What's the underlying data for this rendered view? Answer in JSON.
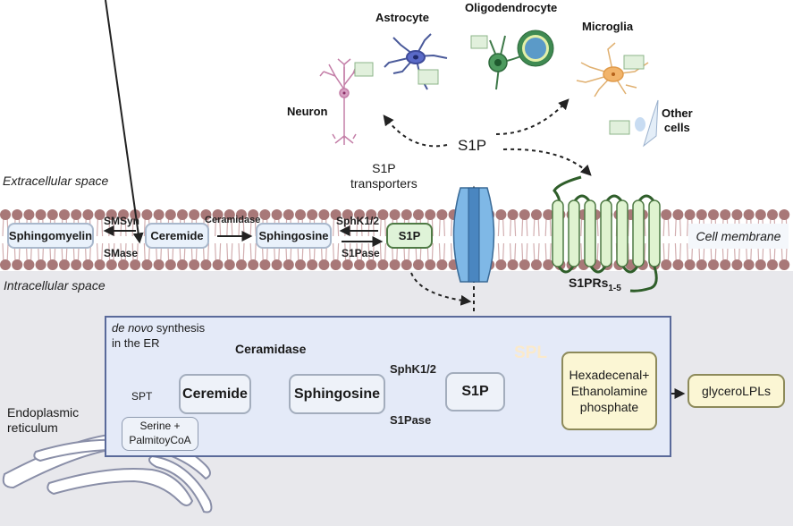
{
  "regions": {
    "extracellular_label": "Extracellular space",
    "intracellular_label": "Intracellular space",
    "cell_membrane_label": "Cell membrane"
  },
  "cells": {
    "neuron": "Neuron",
    "astrocyte": "Astrocyte",
    "oligodendrocyte": "Oligodendrocyte",
    "microglia": "Microglia",
    "other_cells_line1": "Other",
    "other_cells_line2": "cells"
  },
  "extracellular": {
    "s1p_label": "S1P",
    "transporters_line1": "S1P",
    "transporters_line2": "transporters",
    "receptors_label": "S1PRs",
    "receptors_subscript": "1-5"
  },
  "membrane_pathway": {
    "sphingomyelin": "Sphingomyelin",
    "ceremide": "Ceremide",
    "sphingosine": "Sphingosine",
    "s1p": "S1P",
    "smsyn": "SMSyn",
    "smase": "SMase",
    "ceramidase": "Ceramidase",
    "sphk": "SphK1/2",
    "s1pase": "S1Pase"
  },
  "de_novo": {
    "title_italic": "de novo",
    "title_rest": " synthesis",
    "title_line2": "in the ER",
    "spt": "SPT",
    "serine_line1": "Serine +",
    "serine_line2": "PalmitoyCoA",
    "ceremide": "Ceremide",
    "ceramidase": "Ceramidase",
    "sphingosine": "Sphingosine",
    "sphk": "SphK1/2",
    "s1pase": "S1Pase",
    "s1p": "S1P",
    "spl": "SPL",
    "products_line1": "Hexadecenal+",
    "products_line2": "Ethanolamine",
    "products_line3": "phosphate",
    "glycerolpls": "glyceroLPLs"
  },
  "er": {
    "label_line1": "Endoplasmic",
    "label_line2": "reticulum"
  },
  "colors": {
    "membrane_head": "#a87878",
    "membrane_tail": "#d2aeb0",
    "s1p_green": "#dff3d8",
    "receptor_green": "#2f5e2a",
    "transporter_blue": "#7fb8e6",
    "spl_orange": "#d08a1e",
    "denovo_fill": "#e4eaf8",
    "intracellular_fill": "#e8e8ec"
  }
}
